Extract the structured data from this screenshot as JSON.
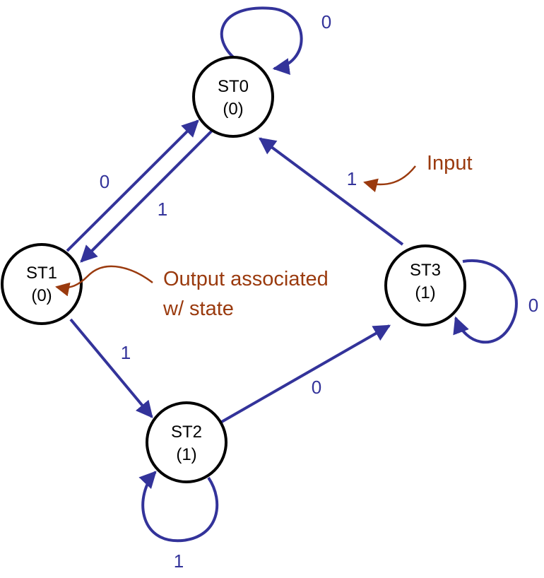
{
  "colors": {
    "transition": "#33339a",
    "annotation": "#9a3a0e",
    "state_border": "#000000"
  },
  "states": [
    {
      "id": "st0",
      "name": "ST0",
      "output": "(0)"
    },
    {
      "id": "st1",
      "name": "ST1",
      "output": "(0)"
    },
    {
      "id": "st2",
      "name": "ST2",
      "output": "(1)"
    },
    {
      "id": "st3",
      "name": "ST3",
      "output": "(1)"
    }
  ],
  "transitions": [
    {
      "from": "ST0",
      "to": "ST0",
      "input": "0"
    },
    {
      "from": "ST0",
      "to": "ST1",
      "input": "1"
    },
    {
      "from": "ST1",
      "to": "ST0",
      "input": "0"
    },
    {
      "from": "ST1",
      "to": "ST2",
      "input": "1"
    },
    {
      "from": "ST2",
      "to": "ST2",
      "input": "1"
    },
    {
      "from": "ST2",
      "to": "ST3",
      "input": "0"
    },
    {
      "from": "ST3",
      "to": "ST3",
      "input": "0"
    },
    {
      "from": "ST3",
      "to": "ST0",
      "input": "1"
    }
  ],
  "annotations": {
    "input": "Input",
    "output_line1": "Output associated",
    "output_line2": "w/ state"
  }
}
